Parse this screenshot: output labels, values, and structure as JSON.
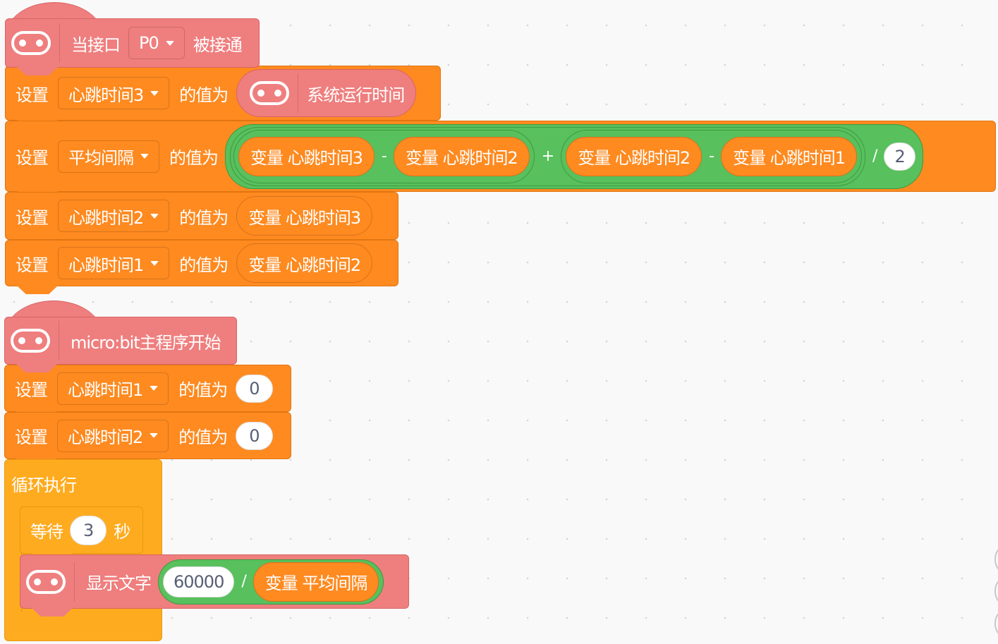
{
  "script1": {
    "hat": {
      "icon": "microbit-icon",
      "prefix": "当接口",
      "pin": "P0",
      "suffix": "被接通"
    },
    "rows": [
      {
        "label": "设置",
        "variable": "心跳时间3",
        "assign": "的值为",
        "value_icon": "microbit-icon",
        "value": "系统运行时间"
      },
      {
        "label": "设置",
        "variable": "平均间隔",
        "assign": "的值为",
        "expr": {
          "t1_prefix": "变量",
          "t1": "心跳时间3",
          "op1": "-",
          "t2_prefix": "变量",
          "t2": "心跳时间2",
          "op2": "+",
          "t3_prefix": "变量",
          "t3": "心跳时间2",
          "op3": "-",
          "t4_prefix": "变量",
          "t4": "心跳时间1",
          "op4": "/",
          "divisor": "2"
        }
      },
      {
        "label": "设置",
        "variable": "心跳时间2",
        "assign": "的值为",
        "value_prefix": "变量",
        "value": "心跳时间3"
      },
      {
        "label": "设置",
        "variable": "心跳时间1",
        "assign": "的值为",
        "value_prefix": "变量",
        "value": "心跳时间2"
      }
    ]
  },
  "script2": {
    "hat": {
      "icon": "microbit-icon",
      "label": "micro:bit主程序开始"
    },
    "rows": [
      {
        "label": "设置",
        "variable": "心跳时间1",
        "assign": "的值为",
        "value": "0"
      },
      {
        "label": "设置",
        "variable": "心跳时间2",
        "assign": "的值为",
        "value": "0"
      }
    ],
    "loop": {
      "label": "循环执行",
      "wait": {
        "label": "等待",
        "value": "3",
        "unit": "秒"
      },
      "show": {
        "icon": "microbit-icon",
        "label": "显示文字",
        "numerator": "60000",
        "op": "/",
        "var_prefix": "变量",
        "var": "平均间隔"
      }
    }
  },
  "colors": {
    "event": "#ef7e7e",
    "variable": "#fe8a20",
    "control": "#ffab1f",
    "operator": "#58c05c",
    "canvas": "#f9f9f9"
  }
}
